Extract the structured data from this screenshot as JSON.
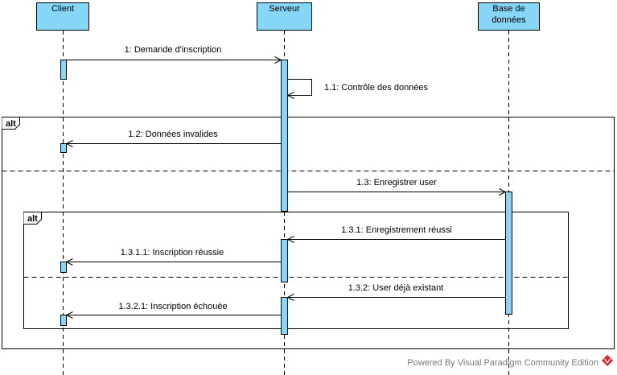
{
  "lifelines": [
    {
      "id": "client",
      "lines": [
        "Client"
      ]
    },
    {
      "id": "serveur",
      "lines": [
        "Serveur"
      ]
    },
    {
      "id": "base",
      "lines": [
        "Base de",
        "données"
      ]
    }
  ],
  "messages": [
    {
      "id": "m1",
      "label": "1: Demande d'inscription"
    },
    {
      "id": "m11",
      "label": "1.1: Contrôle des données"
    },
    {
      "id": "m12",
      "label": "1.2: Données invalides"
    },
    {
      "id": "m13",
      "label": "1.3: Enregistrer user"
    },
    {
      "id": "m131",
      "label": "1.3.1: Enregistrement réussi"
    },
    {
      "id": "m1311",
      "label": "1.3.1.1: Inscription réussie"
    },
    {
      "id": "m132",
      "label": "1.3.2: User déjà existant"
    },
    {
      "id": "m1321",
      "label": "1.3.2.1: Inscription échouée"
    }
  ],
  "fragments": [
    {
      "id": "outer",
      "operator": "alt"
    },
    {
      "id": "inner",
      "operator": "alt"
    }
  ],
  "watermark": "Powered By Visual Paradigm Community Edition",
  "colors": {
    "lifeline_fill": "#85d6f7",
    "activation_fill": "#85d6f7",
    "stroke": "#000000",
    "logo_red": "#e2232a"
  }
}
